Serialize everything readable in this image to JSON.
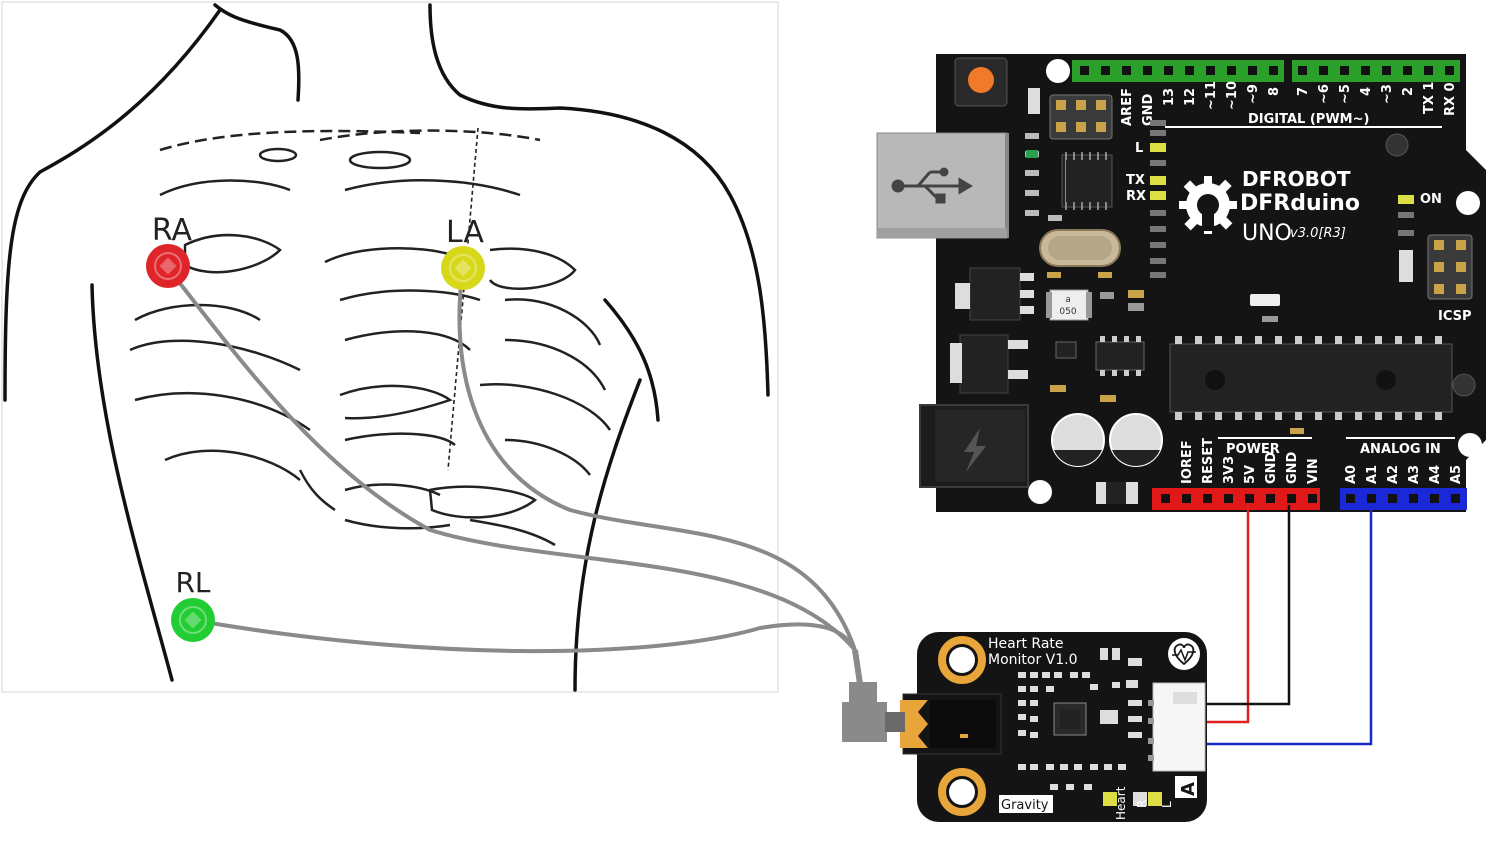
{
  "electrodes": {
    "ra": {
      "label": "RA",
      "color": "#e0252a"
    },
    "la": {
      "label": "LA",
      "color": "#d8d81a"
    },
    "rl": {
      "label": "RL",
      "color": "#22cc33"
    }
  },
  "board": {
    "brand": "DFROBOT",
    "model": "DFRduino",
    "variant": "UNO",
    "version": "v3.0[R3]",
    "digital_header_label": "DIGITAL (PWM~)",
    "digital_pins": [
      "AREF",
      "GND",
      "13",
      "12",
      "~11",
      "~10",
      "~9",
      "8",
      "7",
      "~6",
      "~5",
      "4",
      "~3",
      "2",
      "TX 1",
      "RX 0"
    ],
    "led_l": "L",
    "led_tx": "TX",
    "led_rx": "RX",
    "led_on": "ON",
    "icsp_label": "ICSP",
    "crystal_marking": "a\n050",
    "power_label": "POWER",
    "power_pins": [
      "IOREF",
      "RESET",
      "3V3",
      "5V",
      "GND",
      "GND",
      "VIN"
    ],
    "analog_label": "ANALOG IN",
    "analog_pins": [
      "A0",
      "A1",
      "A2",
      "A3",
      "A4",
      "A5"
    ]
  },
  "sensor": {
    "title_line1": "Heart Rate",
    "title_line2": "Monitor V1.0",
    "gravity_label": "Gravity",
    "led_labels": [
      "Heart",
      "R",
      "L"
    ],
    "type_marker": "A"
  },
  "colors": {
    "power_wire": "#e02020",
    "ground_wire": "#111111",
    "signal_wire": "#1a28c8",
    "lead_wire": "#8a8a8a",
    "board": "#141414",
    "digital_header": "#2aa02a",
    "power_header": "#e01818",
    "analog_header": "#1a28d8",
    "sensor_accent": "#e8a53a"
  }
}
